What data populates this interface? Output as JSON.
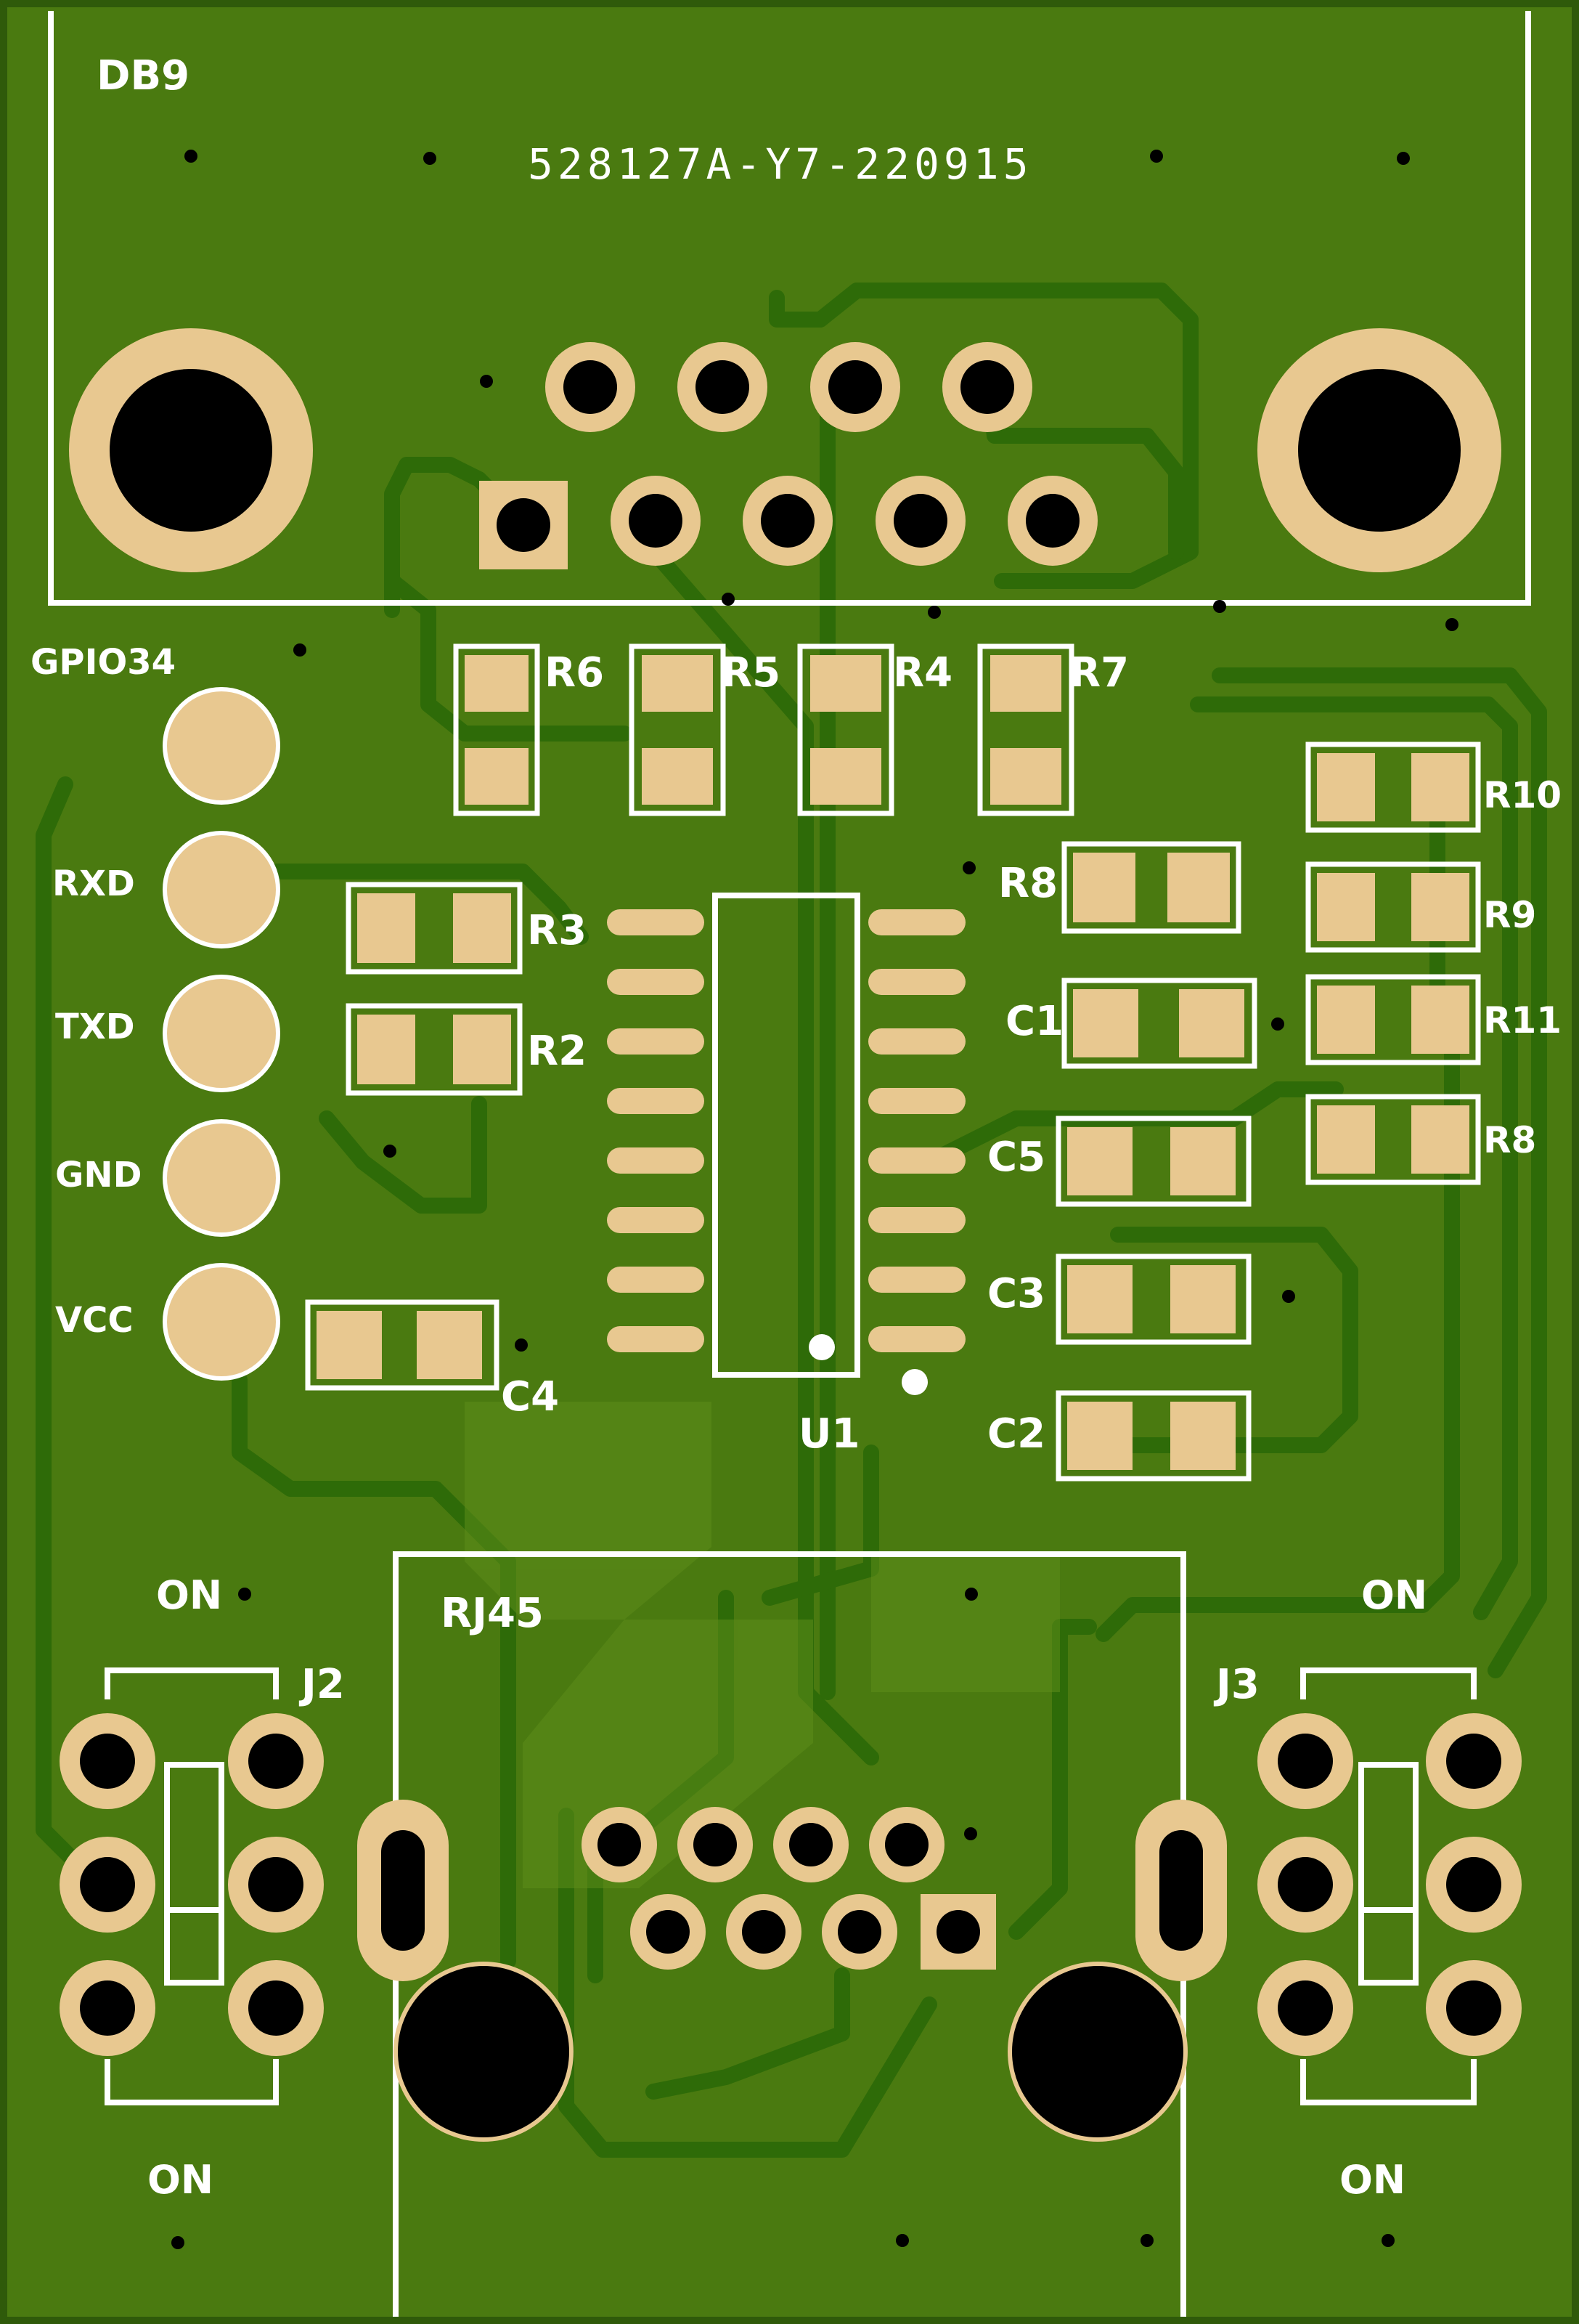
{
  "board_id": "528127A-Y7-220915",
  "colors": {
    "board": "#4a7a10",
    "board_edge": "#2f5a0a",
    "copper": "#5d8c1a",
    "trace_gap": "#2e6b08",
    "pad": "#e8c890",
    "silk": "#ffffff",
    "hole": "#000000"
  },
  "components": {
    "db9": "DB9",
    "rj45": "RJ45",
    "u1": "U1",
    "j2": "J2",
    "j3": "J3",
    "r1": "R6",
    "r2": "R5",
    "r3": "R4",
    "r4": "R7",
    "r5": "R3",
    "r6": "R2",
    "r7": "R8",
    "r8": "R10",
    "r9": "R9",
    "r10": "R11",
    "r11": "R8",
    "c1": "C1",
    "c2": "C5",
    "c3": "C3",
    "c4": "C2",
    "c5": "C4"
  },
  "header_pins": {
    "p1": "GPIO34",
    "p2": "RXD",
    "p3": "TXD",
    "p4": "GND",
    "p5": "VCC"
  },
  "jumper_labels": {
    "j2_top": "ON",
    "j2_bottom": "ON",
    "j3_top": "ON",
    "j3_bottom": "ON"
  }
}
